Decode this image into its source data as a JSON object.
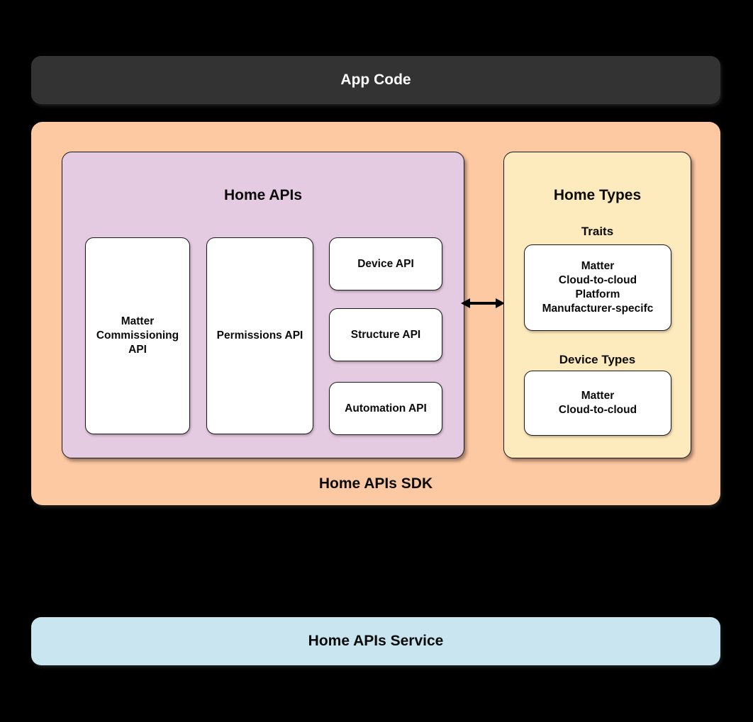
{
  "app_code_bar": {
    "label": "App Code",
    "bg": "#333333",
    "text_color": "#ffffff"
  },
  "sdk_box": {
    "label": "Home APIs SDK",
    "bg": "#fdc9a3",
    "home_apis_panel": {
      "title": "Home APIs",
      "bg": "#e4cbe2",
      "matter_commissioning_api": "Matter\nCommissioning\nAPI",
      "permissions_api": "Permissions API",
      "device_api": "Device API",
      "structure_api": "Structure API",
      "automation_api": "Automation API"
    },
    "home_types_panel": {
      "title": "Home Types",
      "bg": "#fdebbd",
      "traits_heading": "Traits",
      "traits_items": "Matter\nCloud-to-cloud\nPlatform\nManufacturer-specifc",
      "device_types_heading": "Device Types",
      "device_types_items": "Matter\nCloud-to-cloud"
    },
    "arrow_icon": "left-right-arrow",
    "arrow_color": "#000000"
  },
  "service_bar": {
    "label": "Home APIs Service",
    "bg": "#c9e6f0",
    "text_color": "#0b0b0b"
  }
}
